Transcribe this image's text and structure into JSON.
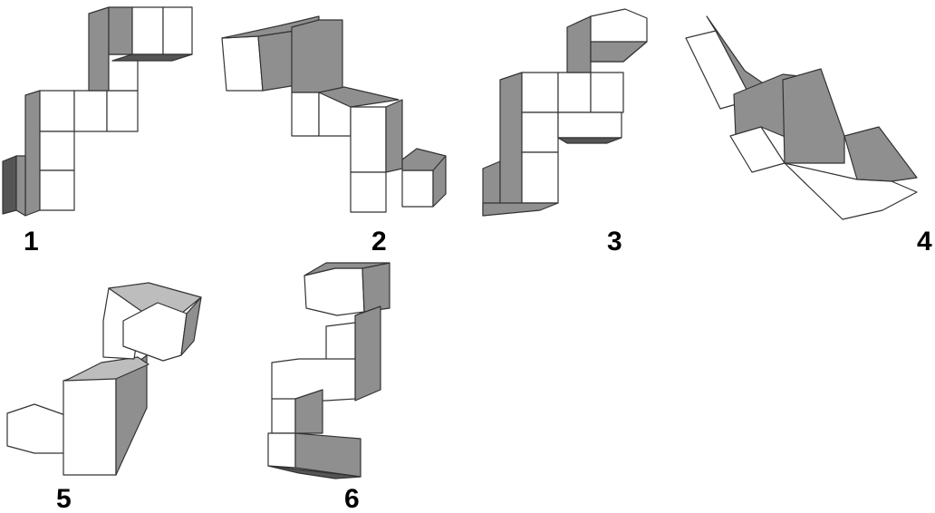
{
  "colors": {
    "face_light": "#ffffff",
    "face_mid": "#bdbdbd",
    "face_dark": "#8f8f8f",
    "face_darkest": "#555555",
    "edge": "#333333",
    "label": "#000000"
  },
  "figures": [
    {
      "label": "1"
    },
    {
      "label": "2"
    },
    {
      "label": "3"
    },
    {
      "label": "4"
    },
    {
      "label": "5"
    },
    {
      "label": "6"
    }
  ]
}
